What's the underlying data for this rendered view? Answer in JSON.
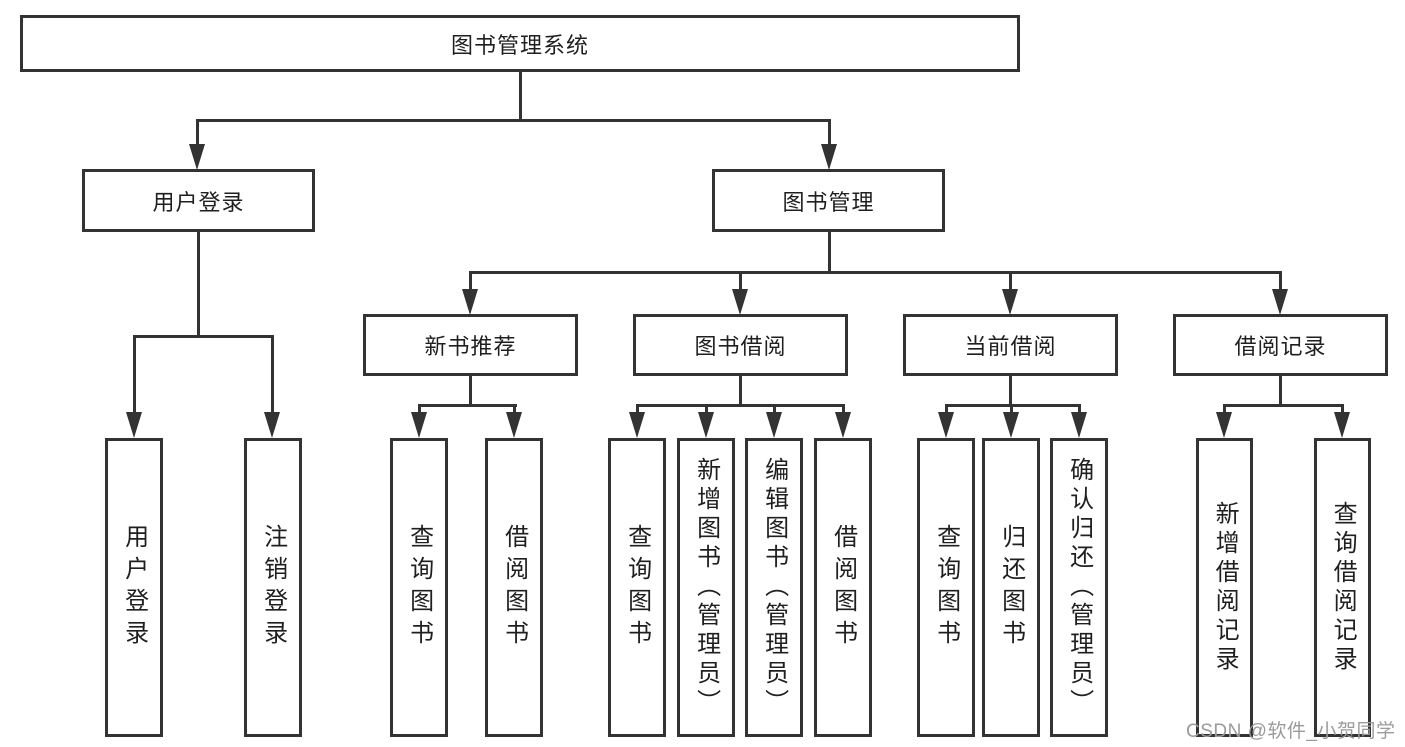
{
  "root": {
    "label": "图书管理系统"
  },
  "level2": [
    {
      "label": "用户登录"
    },
    {
      "label": "图书管理"
    }
  ],
  "level3": [
    {
      "label": "新书推荐"
    },
    {
      "label": "图书借阅"
    },
    {
      "label": "当前借阅"
    },
    {
      "label": "借阅记录"
    }
  ],
  "leaves": {
    "userLogin": [
      {
        "label": "用户登录"
      },
      {
        "label": "注销登录"
      }
    ],
    "newBook": [
      {
        "label": "查询图书"
      },
      {
        "label": "借阅图书"
      }
    ],
    "bookBorrow": [
      {
        "label": "查询图书"
      },
      {
        "label": "新增图书（管理员）"
      },
      {
        "label": "编辑图书（管理员）"
      },
      {
        "label": "借阅图书"
      }
    ],
    "currentBorrow": [
      {
        "label": "查询图书"
      },
      {
        "label": "归还图书"
      },
      {
        "label": "确认归还（管理员）"
      }
    ],
    "borrowRecord": [
      {
        "label": "新增借阅记录"
      },
      {
        "label": "查询借阅记录"
      }
    ]
  },
  "watermark": "CSDN @软件_小贺同学",
  "colors": {
    "line": "#333333",
    "box_border": "#333333",
    "box_fill": "#ffffff",
    "text": "#1f1f1f",
    "watermark": "#9b9b9b",
    "background": "#ffffff"
  }
}
